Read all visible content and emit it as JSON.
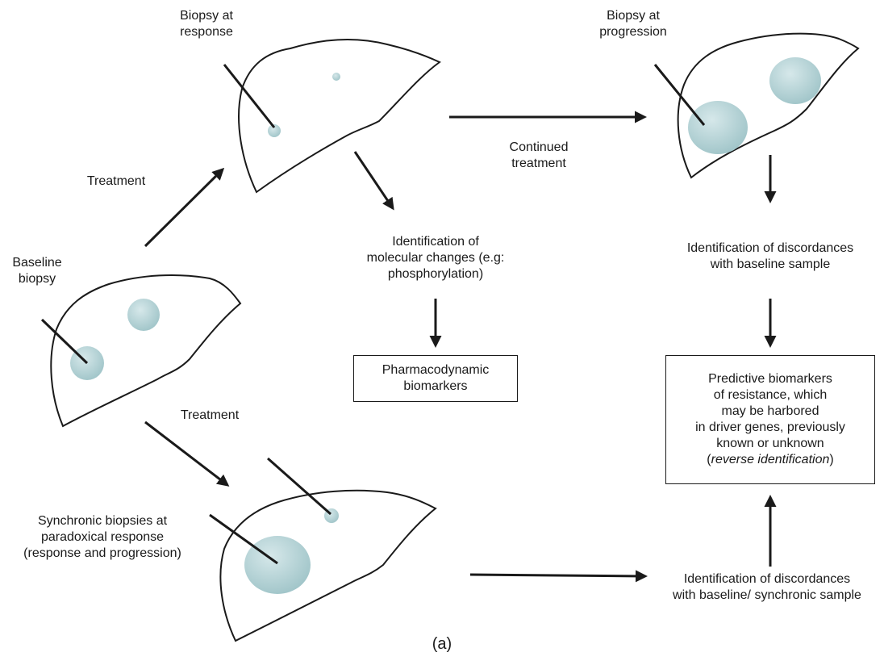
{
  "colors": {
    "tumor_light": "#d6e8ea",
    "tumor_dark": "#9fc4c8",
    "stroke": "#1a1a1a"
  },
  "labels": {
    "biopsy_response": [
      "Biopsy at",
      "response"
    ],
    "biopsy_progression": [
      "Biopsy at",
      "progression"
    ],
    "treatment_top": "Treatment",
    "continued_treatment": [
      "Continued",
      "treatment"
    ],
    "baseline_biopsy": [
      "Baseline",
      "biopsy"
    ],
    "treatment_bottom": "Treatment",
    "synchronic_biopsies": [
      "Synchronic biopsies at",
      "paradoxical response",
      "(response and progression)"
    ],
    "molecular_changes": [
      "Identification of",
      "molecular changes (e.g:",
      "phosphorylation)"
    ],
    "discordances_baseline": [
      "Identification of discordances",
      "with baseline sample"
    ],
    "discordances_synchronic": [
      "Identification of discordances",
      "with baseline/ synchronic sample"
    ],
    "panel_label": "(a)"
  },
  "boxes": {
    "pharmacodynamic": [
      "Pharmacodynamic",
      "biomarkers"
    ],
    "predictive": {
      "lines": [
        "Predictive biomarkers",
        "of resistance, which",
        "may be harbored",
        "in driver genes, previously",
        "known or unknown"
      ],
      "open_paren": "(",
      "italic_part": "reverse identification",
      "close_paren": ")"
    }
  }
}
